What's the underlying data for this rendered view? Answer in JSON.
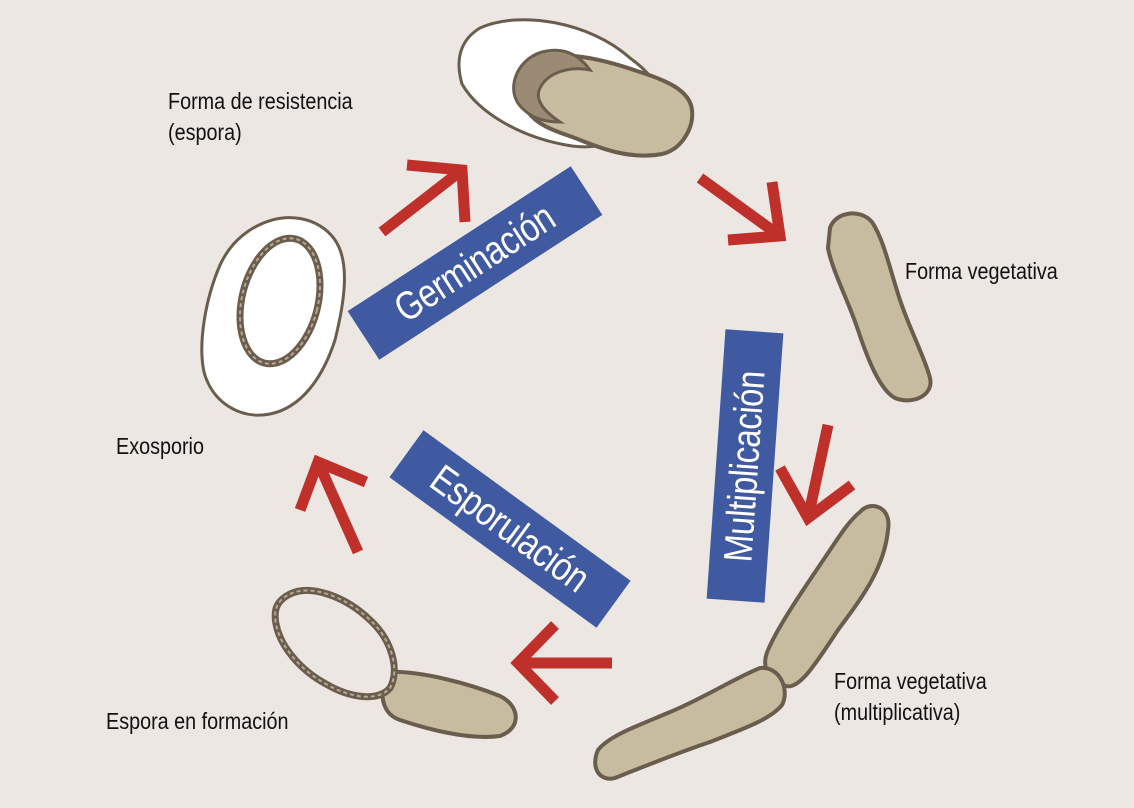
{
  "labels": {
    "resistencia_line1": "Forma de resistencia",
    "resistencia_line2": "(espora)",
    "vegetativa": "Forma vegetativa",
    "vegetativa_mult_line1": "Forma vegetativa",
    "vegetativa_mult_line2": "(multiplicativa)",
    "espora_formacion": "Espora en formación",
    "exosporio": "Exosporio"
  },
  "stages": {
    "germinacion": "Germinación",
    "multiplicacion": "Multiplicación",
    "esporulacion": "Esporulación"
  },
  "colors": {
    "background": "#ece7e2",
    "cell_fill": "#c8bca0",
    "cell_outline": "#6a5d4d",
    "spore_fill": "#ffffff",
    "arrow": "#c0302b",
    "band": "#3f5aa0",
    "band_text": "#ffffff"
  }
}
